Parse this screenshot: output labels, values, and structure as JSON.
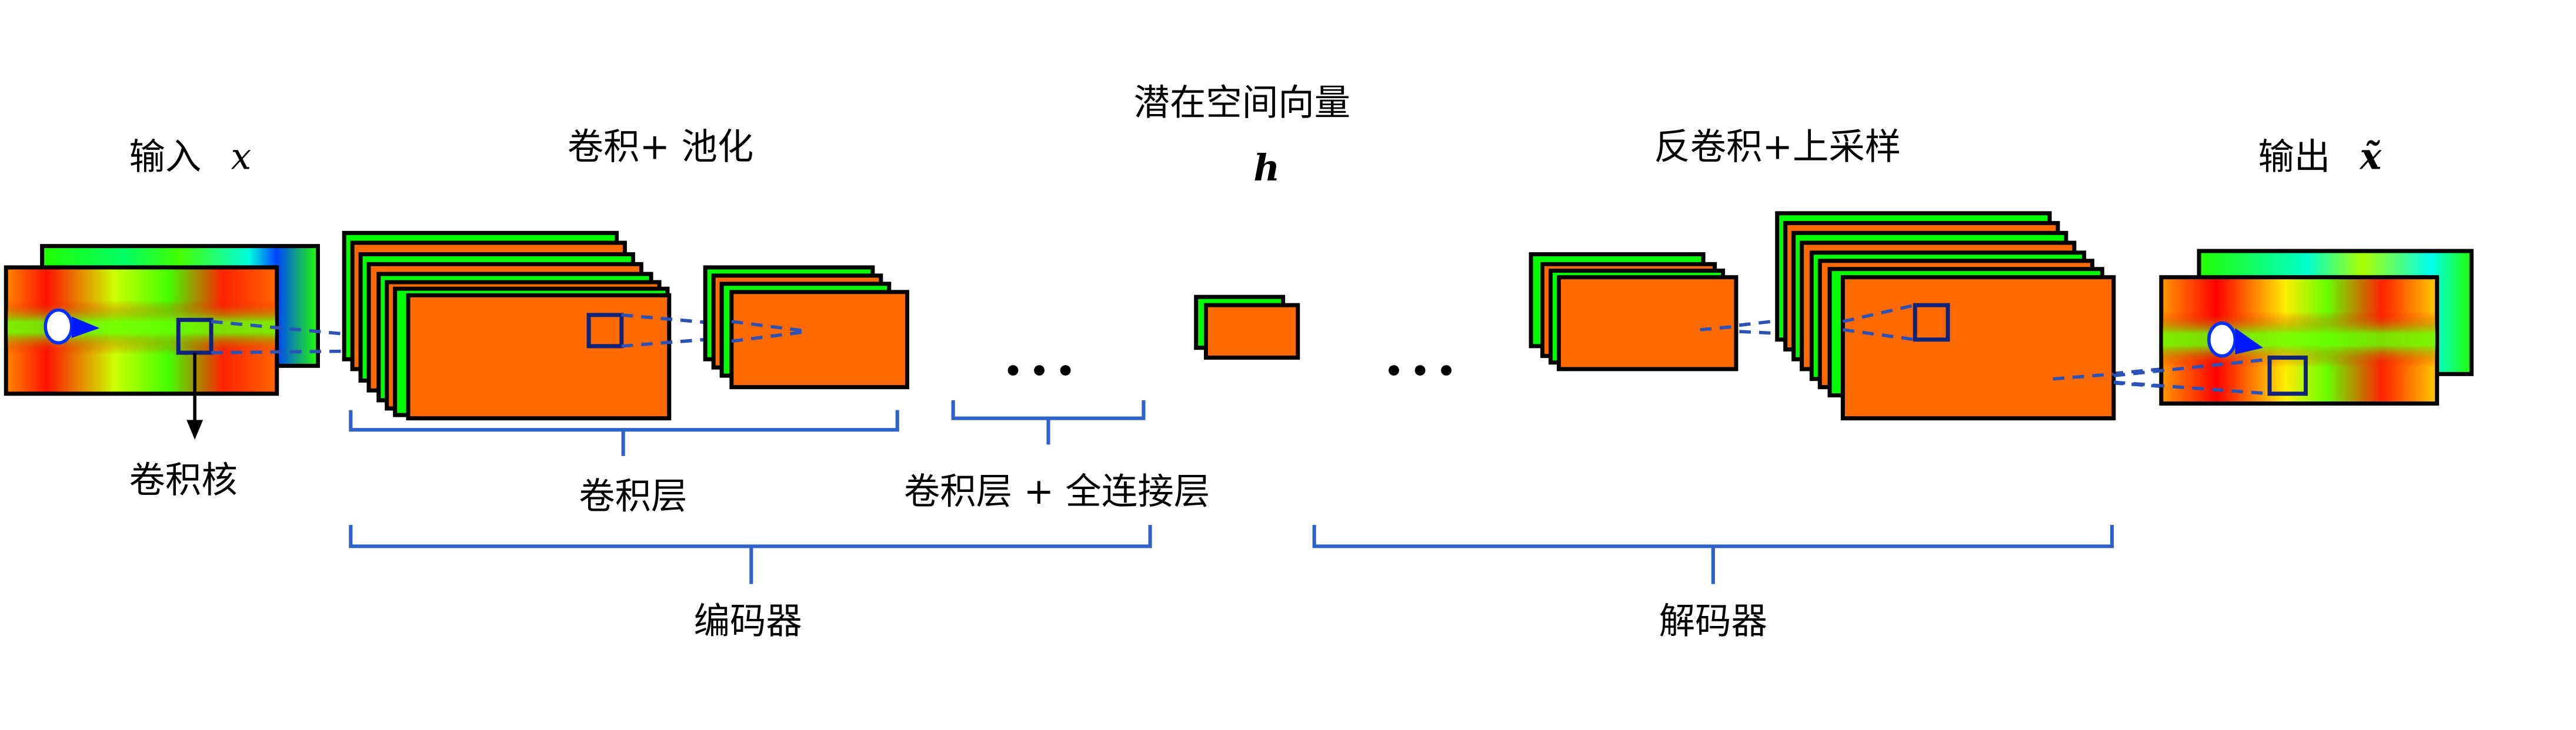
{
  "labels": {
    "input": "输入",
    "input_var": "x",
    "kernel": "卷积核",
    "conv_pool": "卷积+ 池化",
    "conv_layer": "卷积层",
    "conv_fc": "卷积层 + 全连接层",
    "latent": "潜在空间向量",
    "latent_var": "h",
    "deconv_up": "反卷积+上采样",
    "output": "输出",
    "output_var": "x̃",
    "encoder": "编码器",
    "decoder": "解码器",
    "ellipsis": "•••"
  },
  "colors": {
    "orange": "#ff6a00",
    "green": "#00ff00",
    "bracket": "#2f62c8",
    "kernel": "#10237a"
  }
}
